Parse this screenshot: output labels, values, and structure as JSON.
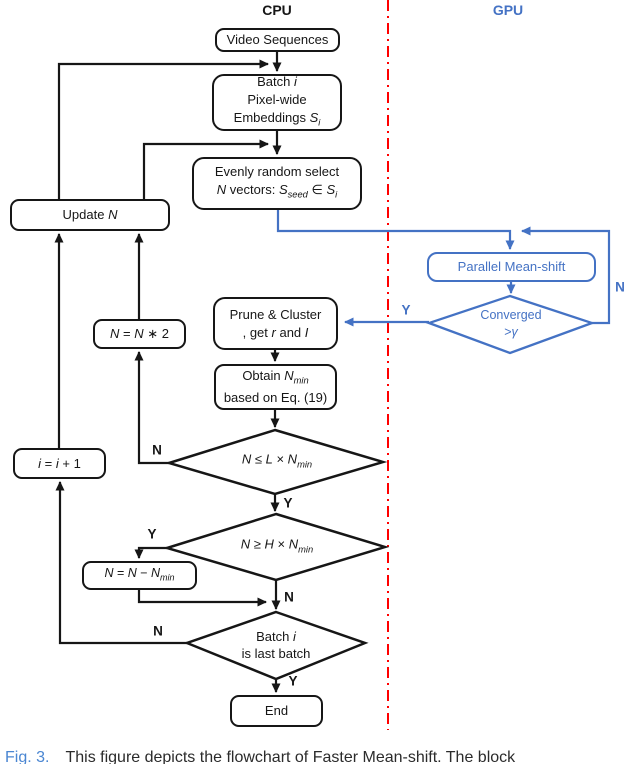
{
  "figure": {
    "cpu_label": "CPU",
    "gpu_label": "GPU",
    "caption_tag": "Fig. 3.",
    "caption_text": "This figure depicts the flowchart of Faster Mean-shift. The block",
    "colors": {
      "line_black": "#161616",
      "gpu_blue": "#4472C4",
      "divider_red": "#ff0000",
      "caption_tag_blue": "#4a86d2"
    }
  },
  "nodes": {
    "video_sequences": {
      "label": "Video Sequences"
    },
    "batch": {
      "lines": [
        [
          {
            "t": "Batch "
          },
          {
            "t": "i",
            "it": true
          }
        ],
        [
          {
            "t": "Pixel-wide"
          }
        ],
        [
          {
            "t": "Embeddings "
          },
          {
            "t": "S",
            "it": true
          },
          {
            "t": "i",
            "it": true,
            "sub": true
          }
        ]
      ]
    },
    "evenly_random_select": {
      "lines": [
        [
          {
            "t": "Evenly random select"
          }
        ],
        [
          {
            "t": "N",
            "it": true
          },
          {
            "t": " vectors: "
          },
          {
            "t": "S",
            "it": true
          },
          {
            "t": "seed",
            "it": true,
            "sub": true
          },
          {
            "t": " ∈ "
          },
          {
            "t": "S",
            "it": true
          },
          {
            "t": "i",
            "it": true,
            "sub": true
          }
        ]
      ]
    },
    "update_n": {
      "lines": [
        [
          {
            "t": "Update "
          },
          {
            "t": "N",
            "it": true
          }
        ]
      ]
    },
    "parallel_mean_shift": {
      "label": "Parallel Mean-shift"
    },
    "converged": {
      "lines": [
        [
          {
            "t": "Converged"
          }
        ],
        [
          {
            "t": ">"
          },
          {
            "t": "γ",
            "it": true
          }
        ]
      ]
    },
    "prune_cluster": {
      "lines": [
        [
          {
            "t": "Prune & Cluster"
          }
        ],
        [
          {
            "t": ", get "
          },
          {
            "t": "r",
            "it": true
          },
          {
            "t": " and  "
          },
          {
            "t": "I",
            "it": true
          }
        ]
      ]
    },
    "obtain_nmin": {
      "lines": [
        [
          {
            "t": "Obtain "
          },
          {
            "t": "N",
            "it": true
          },
          {
            "t": "min",
            "it": true,
            "sub": true
          }
        ],
        [
          {
            "t": "based on Eq. (19)"
          }
        ]
      ]
    },
    "n_times_2": {
      "lines": [
        [
          {
            "t": "N",
            "it": true
          },
          {
            "t": " = "
          },
          {
            "t": "N",
            "it": true
          },
          {
            "t": " ∗ 2"
          }
        ]
      ]
    },
    "i_plus_1": {
      "lines": [
        [
          {
            "t": "i",
            "it": true
          },
          {
            "t": " = "
          },
          {
            "t": "i",
            "it": true
          },
          {
            "t": " + 1"
          }
        ]
      ]
    },
    "n_le_l_nmin": {
      "lines": [
        [
          {
            "t": "N",
            "it": true
          },
          {
            "t": " ≤ "
          },
          {
            "t": "L",
            "it": true
          },
          {
            "t": " × "
          },
          {
            "t": "N",
            "it": true
          },
          {
            "t": "min",
            "it": true,
            "sub": true
          }
        ]
      ]
    },
    "n_ge_h_nmin": {
      "lines": [
        [
          {
            "t": "N",
            "it": true
          },
          {
            "t": " ≥ "
          },
          {
            "t": "H",
            "it": true
          },
          {
            "t": " × "
          },
          {
            "t": "N",
            "it": true
          },
          {
            "t": "min",
            "it": true,
            "sub": true
          }
        ]
      ]
    },
    "n_minus_nmin": {
      "lines": [
        [
          {
            "t": "N",
            "it": true
          },
          {
            "t": " = "
          },
          {
            "t": "N",
            "it": true
          },
          {
            "t": " − "
          },
          {
            "t": "N",
            "it": true
          },
          {
            "t": "min",
            "it": true,
            "sub": true
          }
        ]
      ]
    },
    "is_last_batch": {
      "lines": [
        [
          {
            "t": "Batch "
          },
          {
            "t": "i",
            "it": true
          }
        ],
        [
          {
            "t": "is last batch"
          }
        ]
      ]
    },
    "end": {
      "label": "End"
    }
  },
  "branch_labels": {
    "d1_no": "N",
    "d1_yes": "Y",
    "d2_yes": "Y",
    "d2_no": "N",
    "d3_no": "N",
    "d3_yes": "Y",
    "gpu_yes": "Y",
    "gpu_no": "N"
  }
}
